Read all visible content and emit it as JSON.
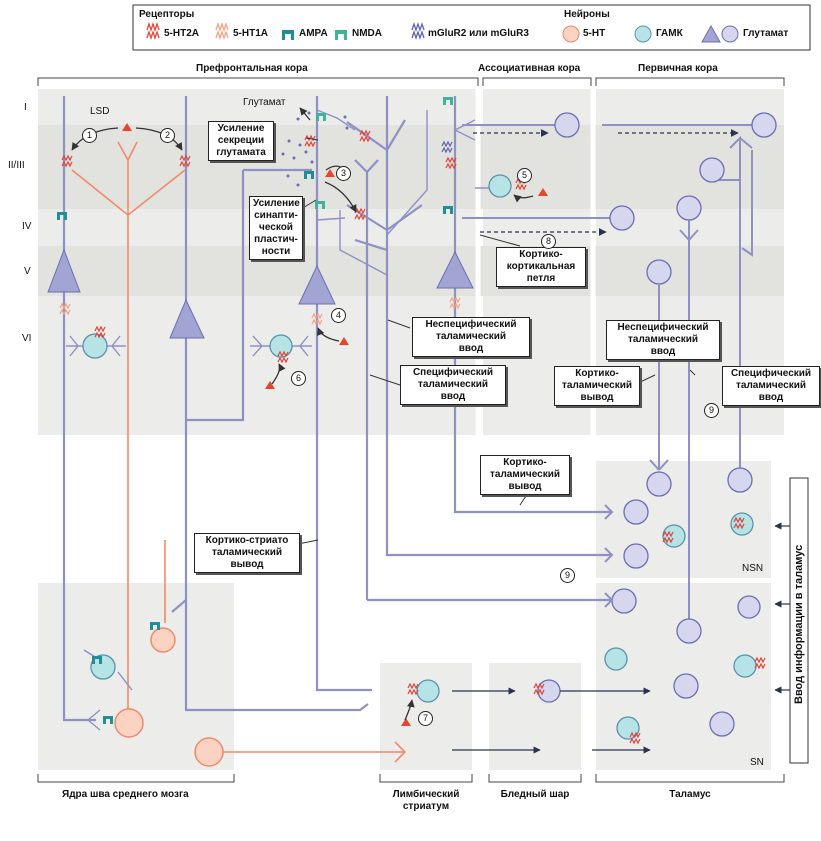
{
  "legend": {
    "receptors_title": "Рецепторы",
    "neurons_title": "Нейроны",
    "r_5ht2a": "5-HT2A",
    "r_5ht1a": "5-HT1A",
    "r_ampa": "AMPA",
    "r_nmda": "NMDA",
    "r_mglur": "mGluR2 или mGluR3",
    "n_5ht": "5-HT",
    "n_gaba": "ГАМК",
    "n_glu": "Глутамат"
  },
  "regions": {
    "prefrontal": "Префронтальная кора",
    "associative": "Ассоциативная кора",
    "primary": "Первичная кора",
    "raphe": "Ядра шва среднего мозга",
    "striatum_1": "Лимбический",
    "striatum_2": "стриатум",
    "pallidum": "Бледный шар",
    "thalamus": "Таламус"
  },
  "layers": [
    "I",
    "II/III",
    "IV",
    "V",
    "VI"
  ],
  "labels": {
    "lsd": "LSD",
    "glutamate": "Глутамат",
    "enh_secretion": [
      "Усиление",
      "секреции",
      "глутамата"
    ],
    "enh_plasticity": [
      "Усиление",
      "синапти-",
      "ческой",
      "пластич-",
      "ности"
    ],
    "nsn": "NSN",
    "sn": "SN",
    "thalamus_input": "Ввод информации в таламус"
  },
  "callouts": {
    "cortico_loop": [
      "Кортико-",
      "кортикальная",
      "петля"
    ],
    "nonspec_input_a": [
      "Неспецифический",
      "таламический",
      "ввод"
    ],
    "spec_input_a": [
      "Специфический",
      "таламический",
      "ввод"
    ],
    "nonspec_input_b": [
      "Неспецифический",
      "таламический",
      "ввод"
    ],
    "cortico_out": [
      "Кортико-",
      "таламический",
      "вывод"
    ],
    "spec_input_b": [
      "Специфический",
      "таламический",
      "ввод"
    ],
    "cortico_thal_out": [
      "Кортико-",
      "таламический",
      "вывод"
    ],
    "cortico_striato": [
      "Кортико-стриато",
      "таламический",
      "вывод"
    ]
  },
  "steps": [
    "1",
    "2",
    "3",
    "4",
    "5",
    "6",
    "7",
    "8",
    "9",
    "9"
  ],
  "colors": {
    "panel": "#e8e8e6",
    "neuron": "#8e91c4",
    "neuron_fill": "#d6d7ee",
    "serotonin": "#f08a6a",
    "serotonin_fill": "#fcd3c3",
    "gaba_fill": "#b6e3e6",
    "ht2a": "#e0443a",
    "ampa": "#1f8e99",
    "nmda": "#3fb39a",
    "lsd": "#e8452c"
  }
}
